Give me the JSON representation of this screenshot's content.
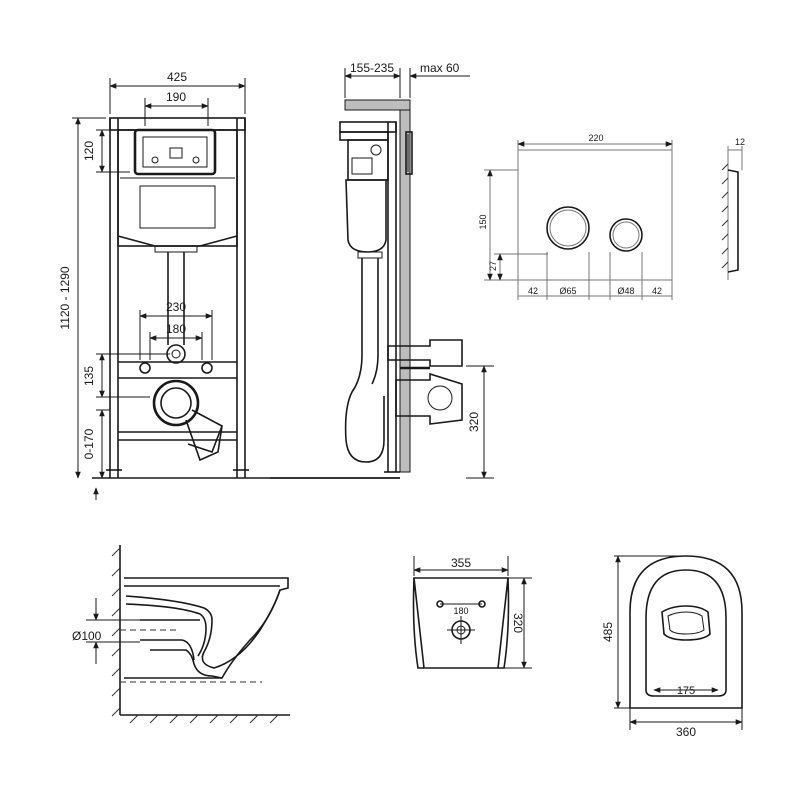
{
  "frame_front": {
    "width": "425",
    "panel_width": "190",
    "height": "1120 - 1290",
    "top_offset": "120",
    "bolt_spacing_outer": "230",
    "bolt_spacing_inner": "180",
    "outlet_height": "135",
    "leg_adjust": "0-170"
  },
  "frame_side": {
    "depth": "155-235",
    "max_offset": "max 60",
    "outlet_height": "320"
  },
  "flush_plate": {
    "width": "220",
    "height": "150",
    "bottom_offset": "27",
    "left_margin": "42",
    "big_button": "Ø65",
    "small_button": "Ø48",
    "right_margin": "42",
    "thickness": "12"
  },
  "toilet_side": {
    "pipe_diameter": "Ø100"
  },
  "toilet_back": {
    "width": "355",
    "height": "320",
    "bolt_spacing": "180"
  },
  "toilet_top": {
    "length": "485",
    "width": "360",
    "hole_spacing": "175"
  }
}
